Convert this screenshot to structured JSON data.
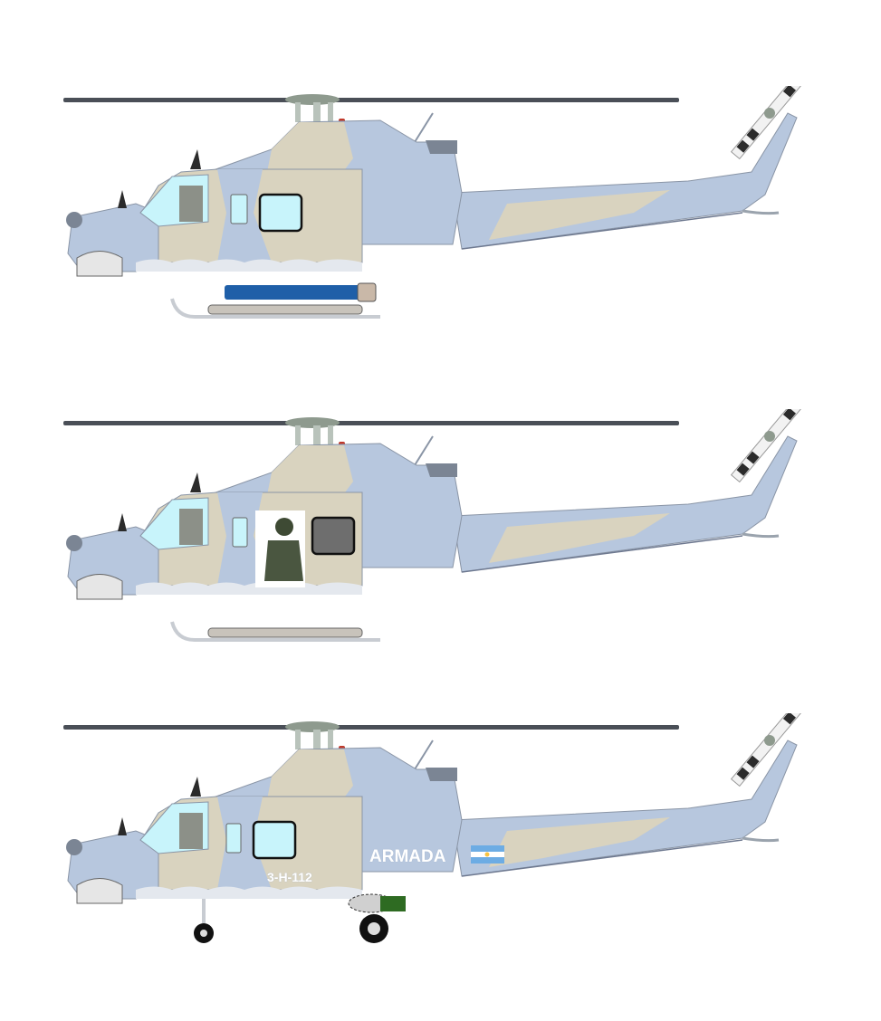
{
  "image": {
    "description": "Three side-profile illustrations of a naval utility helicopter in grey-blue and tan camouflage",
    "colors": {
      "camo_blue": "#b7c7de",
      "camo_tan": "#d9d3bf",
      "outline": "#8a95a6",
      "rotor": "#4a4f57",
      "window": "#c8f4fb",
      "torpedo_blue": "#1f5fa8",
      "pod_green": "#2e6b22",
      "tail_stripe": "#2b2b2b",
      "beacon_red": "#c0392b"
    }
  },
  "profiles": [
    {
      "name": "Torpedo-armed variant",
      "configuration": "skids with blue torpedo and floats"
    },
    {
      "name": "Open-door variant",
      "configuration": "skids with door gunner seated in open cabin door"
    },
    {
      "name": "Wheeled variant",
      "configuration": "wheeled landing gear with green pod",
      "markings": {
        "serial": "3-H-112",
        "service": "ARMADA",
        "flag": "Argentina"
      }
    }
  ]
}
